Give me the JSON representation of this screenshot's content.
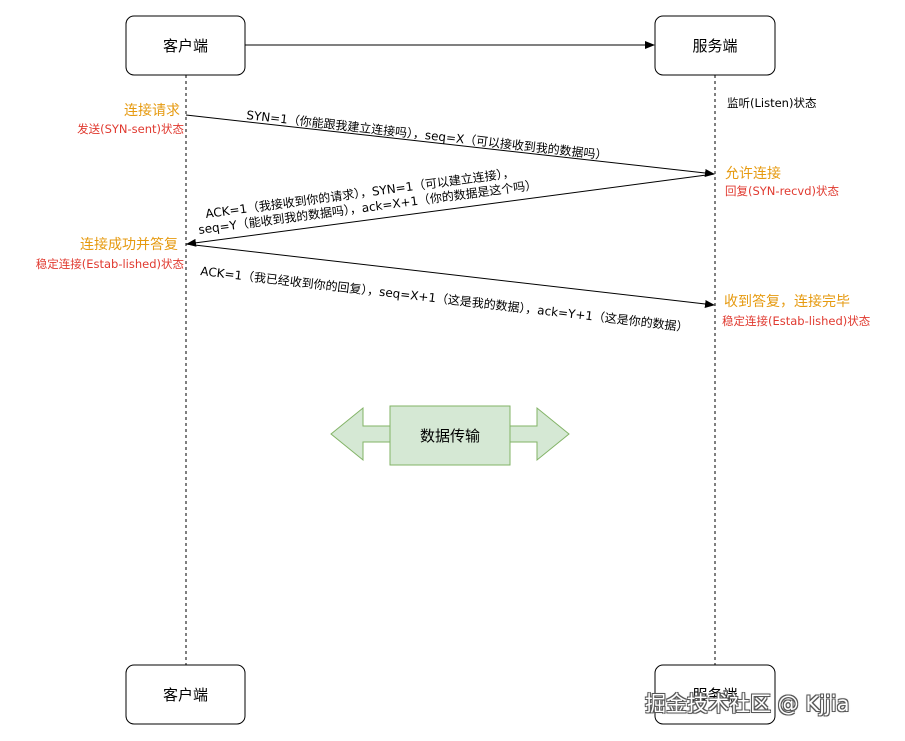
{
  "client": {
    "label": "客户端"
  },
  "server": {
    "label": "服务端"
  },
  "client_bottom": {
    "label": "客户端"
  },
  "server_bottom": {
    "label": "服务端"
  },
  "server_listen": "监听(Listen)状态",
  "step1": {
    "state_title": "连接请求",
    "state_sub": "发送(SYN-sent)状态",
    "line1": "SYN=1（你能跟我建立连接吗），seq=X（可以接收到我的数据吗）"
  },
  "step2": {
    "state_title": "允许连接",
    "state_sub": "回复(SYN-recvd)状态",
    "line1": "ACK=1（我接收到你的请求），SYN=1（可以建立连接），",
    "line2": "seq=Y（能收到我的数据吗），ack=X+1（你的数据是这个吗）"
  },
  "step3": {
    "client_title": "连接成功并答复",
    "client_sub": "稳定连接(Estab-lished)状态",
    "line1": "ACK=1（我已经收到你的回复），seq=X+1（这是我的数据），ack=Y+1（这是你的数据）",
    "server_title": "收到答复，连接完毕",
    "server_sub": "稳定连接(Estab-lished)状态"
  },
  "transfer": {
    "label": "数据传输"
  },
  "watermark": "掘金技术社区 @ Kjjia",
  "colors": {
    "orange": "#e69a10",
    "red": "#e03a30",
    "green_fill": "#d5e8d4",
    "green_stroke": "#82b366"
  }
}
